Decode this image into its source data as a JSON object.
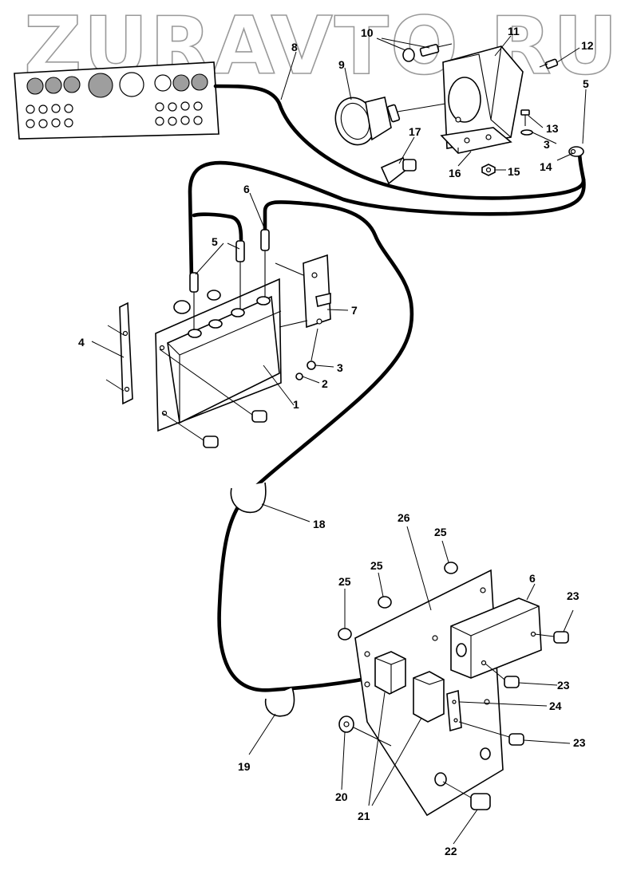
{
  "watermark": "ZURAVTO.RU",
  "callouts": [
    {
      "id": "c1",
      "text": "1"
    },
    {
      "id": "c2",
      "text": "2"
    },
    {
      "id": "c3a",
      "text": "3"
    },
    {
      "id": "c3b",
      "text": "3"
    },
    {
      "id": "c4",
      "text": "4"
    },
    {
      "id": "c5a",
      "text": "5"
    },
    {
      "id": "c5b",
      "text": "5"
    },
    {
      "id": "c6a",
      "text": "6"
    },
    {
      "id": "c6b",
      "text": "6"
    },
    {
      "id": "c7",
      "text": "7"
    },
    {
      "id": "c8",
      "text": "8"
    },
    {
      "id": "c9",
      "text": "9"
    },
    {
      "id": "c10",
      "text": "10"
    },
    {
      "id": "c11",
      "text": "11"
    },
    {
      "id": "c12",
      "text": "12"
    },
    {
      "id": "c13",
      "text": "13"
    },
    {
      "id": "c14",
      "text": "14"
    },
    {
      "id": "c15",
      "text": "15"
    },
    {
      "id": "c16",
      "text": "16"
    },
    {
      "id": "c17",
      "text": "17"
    },
    {
      "id": "c18",
      "text": "18"
    },
    {
      "id": "c19",
      "text": "19"
    },
    {
      "id": "c20",
      "text": "20"
    },
    {
      "id": "c21",
      "text": "21"
    },
    {
      "id": "c22",
      "text": "22"
    },
    {
      "id": "c23a",
      "text": "23"
    },
    {
      "id": "c23b",
      "text": "23"
    },
    {
      "id": "c23c",
      "text": "23"
    },
    {
      "id": "c24",
      "text": "24"
    },
    {
      "id": "c25a",
      "text": "25"
    },
    {
      "id": "c25b",
      "text": "25"
    },
    {
      "id": "c25c",
      "text": "25"
    },
    {
      "id": "c26",
      "text": "26"
    }
  ]
}
